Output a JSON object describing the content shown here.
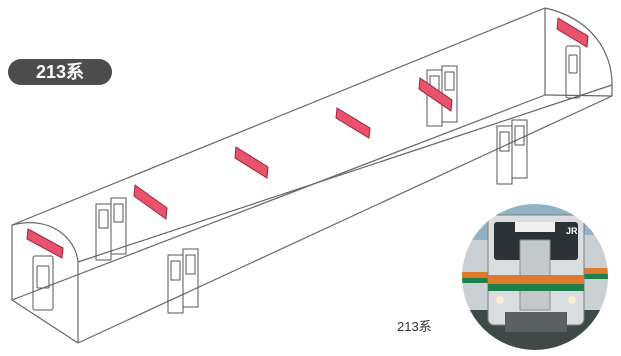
{
  "badge": {
    "label": "213系"
  },
  "photo": {
    "caption": "213系",
    "front_sign": "JR"
  },
  "colors": {
    "led_panel": "#e8526c",
    "led_border": "#a0243a",
    "outline": "#666666",
    "train_stripe_orange": "#e07a2a",
    "train_stripe_green": "#1f7f4a",
    "train_body": "#d9dde0"
  }
}
